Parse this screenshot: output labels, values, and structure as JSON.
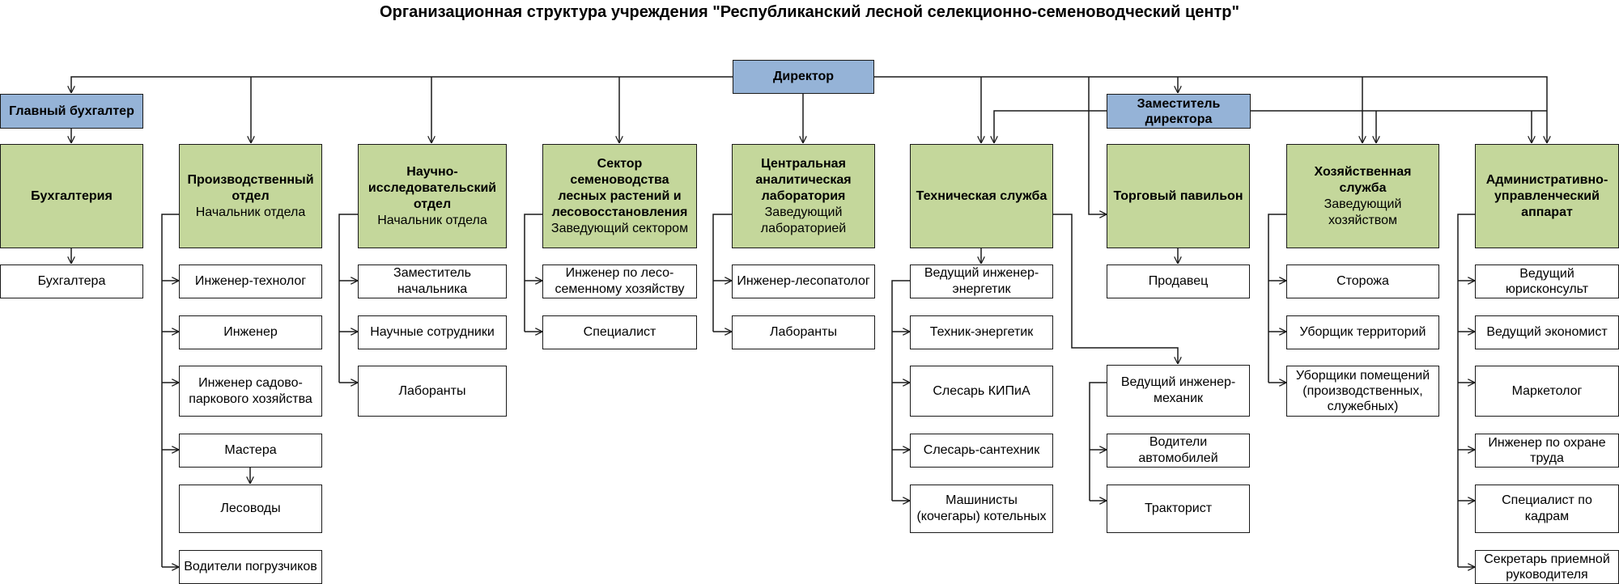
{
  "title": "Организационная структура учреждения \"Республиканский лесной селекционно-семеноводческий центр\"",
  "colors": {
    "executive": "#95b3d7",
    "department": "#c4d79b",
    "position": "#ffffff",
    "line": "#1a1a1a"
  },
  "nodes": {
    "director": {
      "label": "Директор"
    },
    "deputy_director": {
      "label": "Заместитель директора"
    },
    "chief_accountant": {
      "label": "Главный бухгалтер"
    },
    "accounting": {
      "name": "Бухгалтерия",
      "staff": [
        "Бухгалтера"
      ]
    },
    "production": {
      "name": "Производственный отдел",
      "head": "Начальник отдела",
      "staff": [
        "Инженер-технолог",
        "Инженер",
        "Инженер садово-паркового хозяйства",
        "Мастера",
        "Лесоводы",
        "Водители погрузчиков"
      ]
    },
    "research": {
      "name": "Научно-исследовательский отдел",
      "head": "Начальник отдела",
      "staff": [
        "Заместитель начальника",
        "Научные сотрудники",
        "Лаборанты"
      ]
    },
    "seed_sector": {
      "name": "Сектор семеноводства лесных растений и лесовосстановления",
      "head": "Заведующий сектором",
      "staff": [
        "Инженер по лесо-семенному хозяйству",
        "Специалист"
      ]
    },
    "central_lab": {
      "name": "Центральная аналитическая лаборатория",
      "head": "Заведующий лабораторией",
      "staff": [
        "Инженер-лесопатолог",
        "Лаборанты"
      ]
    },
    "technical": {
      "name": "Техническая служба",
      "staff": [
        "Ведущий инженер-энергетик",
        "Техник-энергетик",
        "Слесарь КИПиА",
        "Слесарь-сантехник",
        "Машинисты (кочегары) котельных"
      ]
    },
    "mechanic": {
      "head": "Ведущий инженер-механик",
      "staff": [
        "Водители автомобилей",
        "Тракторист"
      ]
    },
    "trade": {
      "name": "Торговый павильон",
      "staff": [
        "Продавец"
      ]
    },
    "household": {
      "name": "Хозяйственная служба",
      "head": "Заведующий хозяйством",
      "staff": [
        "Сторожа",
        "Уборщик территорий",
        "Уборщики помещений (производственных, служебных)"
      ]
    },
    "admin": {
      "name": "Административно-управленческий аппарат",
      "staff": [
        "Ведущий юрисконсульт",
        "Ведущий экономист",
        "Маркетолог",
        "Инженер по охране труда",
        "Специалист по кадрам",
        "Секретарь приемной руководителя"
      ]
    }
  }
}
